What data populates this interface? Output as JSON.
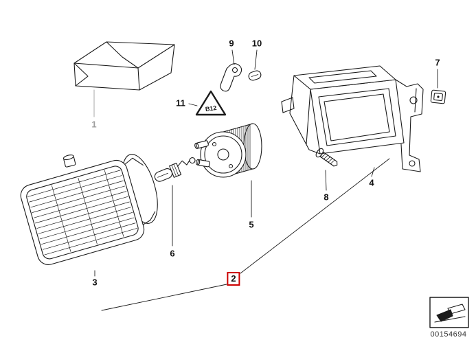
{
  "diagram": {
    "labels": {
      "p1": "1",
      "p2": "2",
      "p3": "3",
      "p4": "4",
      "p5": "5",
      "p6": "6",
      "p7": "7",
      "p8": "8",
      "p9": "9",
      "p10": "10",
      "p11": "11"
    },
    "highlighted_label": "2",
    "triangle_marking": "B12",
    "stamp_code": "00154694",
    "colors": {
      "highlight_box": "#cc0000",
      "muted_label": "#9e9e9e",
      "line": "#1a1a1a",
      "background": "#ffffff"
    }
  }
}
